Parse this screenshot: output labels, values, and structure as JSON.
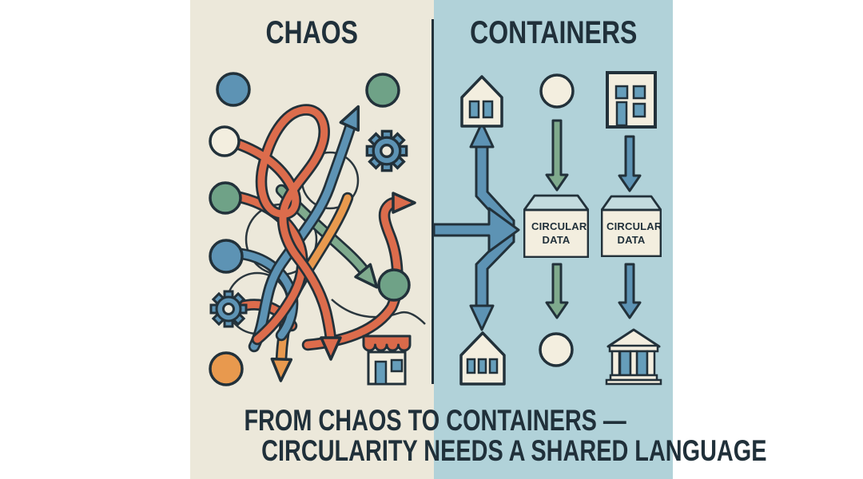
{
  "poster": {
    "left_title": "CHAOS",
    "right_title": "CONTAINERS",
    "caption_line1": "FROM CHAOS TO CONTAINERS —",
    "caption_line2": "CIRCULARITY NEEDS A SHARED LANGUAGE"
  },
  "right_panel": {
    "box1_label": "CIRCULAR DATA",
    "box2_label": "CIRCULAR DATA"
  },
  "icons": [
    "blue-circle-icon",
    "cream-circle-icon",
    "green-circle-icon",
    "orange-circle-icon",
    "gear-icon",
    "storefront-icon",
    "tangled-arrows-illustration",
    "house-icon",
    "building-icon",
    "bank-icon",
    "circular-data-cube",
    "branch-arrow-icon",
    "down-arrow-icon",
    "up-arrow-icon"
  ],
  "colors": {
    "left_panel_bg": "#ECE8DA",
    "right_panel_bg": "#B1D2D9",
    "ink": "#22313A",
    "blue": "#5D93B4",
    "green": "#6FA287",
    "green_arrow": "#7FAA8D",
    "orange_red": "#DC6C4C",
    "amber": "#E8994E",
    "icon_cream": "#F3EEDF",
    "cube_top": "#C3DBDE",
    "window_blue": "#669EBB"
  }
}
